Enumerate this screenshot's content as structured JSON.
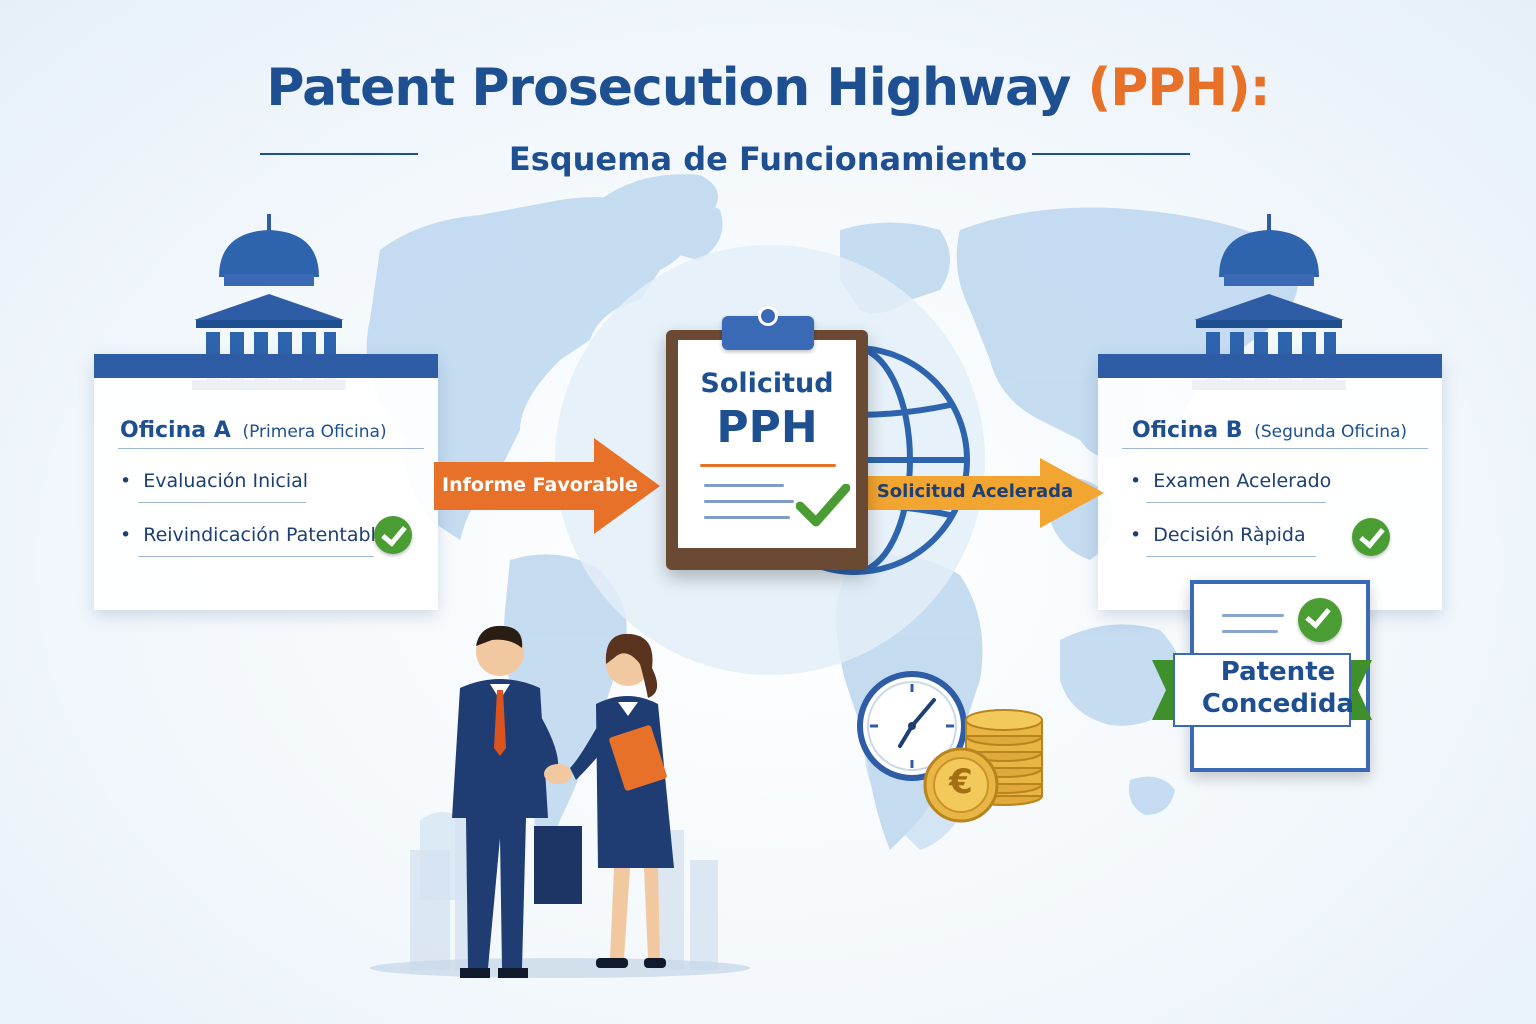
{
  "header": {
    "title_main": "Patent Prosecution Highway",
    "title_accent": "(PPH):",
    "subtitle": "Esquema de Funcionamiento"
  },
  "office_a": {
    "name": "Oficina A",
    "qualifier": "(Primera Oficina)",
    "items": [
      "Evaluación Inicial",
      "Reivindicación Patentable"
    ]
  },
  "office_b": {
    "name": "Oficina B",
    "qualifier": "(Segunda Oficina)",
    "items": [
      "Examen Acelerado",
      "Decisión Ràpida"
    ]
  },
  "flow": {
    "arrow_left_label": "Informe Favorable",
    "arrow_right_label": "Solicitud Acelerada"
  },
  "clipboard": {
    "line1": "Solicitud",
    "line2": "PPH"
  },
  "certificate": {
    "line1": "Patente",
    "line2": "Concedida"
  },
  "coin_symbol": "€",
  "colors": {
    "primary_blue": "#1d4f91",
    "accent_orange": "#e8712a",
    "arrow_yellow": "#f2a530",
    "check_green": "#4a9d32",
    "map_blue": "#b9d4ec"
  },
  "icons": [
    "building-icon",
    "globe-icon",
    "clipboard-icon",
    "check-icon",
    "clock-icon",
    "coins-icon",
    "euro-icon",
    "certificate-icon",
    "handshake-people"
  ]
}
